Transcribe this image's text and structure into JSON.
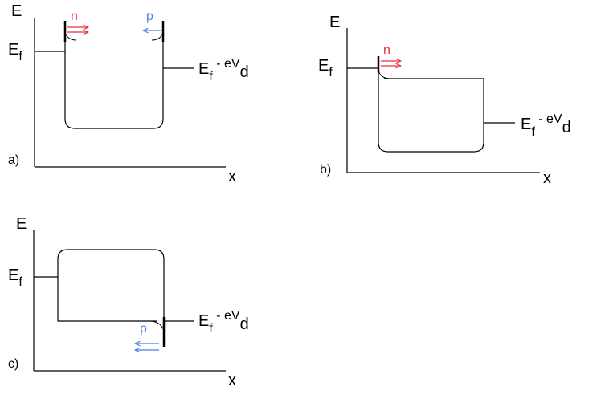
{
  "colors": {
    "line": "#000000",
    "electron": "#e8323c",
    "hole": "#4a7fe0",
    "background": "#ffffff"
  },
  "panels": [
    {
      "tag": "a)",
      "axis_y": "E",
      "axis_x": "x",
      "ef_left": {
        "main": "E",
        "sub": "f"
      },
      "ef_right": {
        "main": "E",
        "sub1": "f",
        "mid": " - eV",
        "sub2": "d"
      },
      "carriers": [
        {
          "label": "n",
          "color": "electron",
          "direction": "right"
        },
        {
          "label": "p",
          "color": "hole",
          "direction": "left"
        }
      ]
    },
    {
      "tag": "b)",
      "axis_y": "E",
      "axis_x": "x",
      "ef_left": {
        "main": "E",
        "sub": "f"
      },
      "ef_right": {
        "main": "E",
        "sub1": "f",
        "mid": " - eV",
        "sub2": "d"
      },
      "carriers": [
        {
          "label": "n",
          "color": "electron",
          "direction": "right"
        }
      ]
    },
    {
      "tag": "c)",
      "axis_y": "E",
      "axis_x": "x",
      "ef_left": {
        "main": "E",
        "sub": "f"
      },
      "ef_right": {
        "main": "E",
        "sub1": "f",
        "mid": " - eV",
        "sub2": "d"
      },
      "carriers": [
        {
          "label": "p",
          "color": "hole",
          "direction": "left"
        }
      ]
    }
  ]
}
